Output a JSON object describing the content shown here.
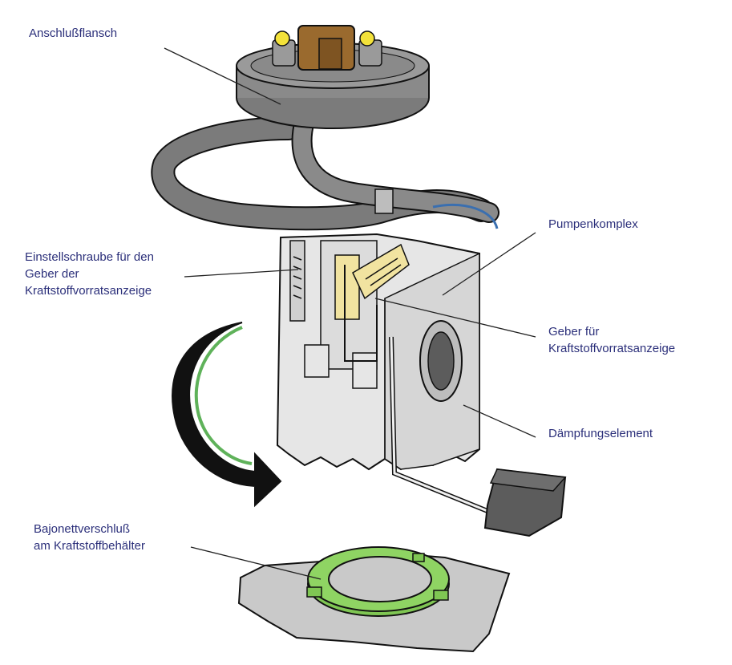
{
  "labels": {
    "anschlussflansch": [
      "Anschlußflansch"
    ],
    "einstellschraube": [
      "Einstellschraube für den",
      "Geber der",
      "Kraftstoffvorratsanzeige"
    ],
    "pumpenkomplex": [
      "Pumpenkomplex"
    ],
    "geber": [
      "Geber für",
      "Kraftstoffvorratsanzeige"
    ],
    "daempfung": [
      "Dämpfungselement"
    ],
    "bajonett": [
      "Bajonettverschluß",
      "am Kraftstoffbehälter"
    ]
  },
  "colors": {
    "label_text": "#2b2f7a",
    "leader_line": "#222222",
    "outline": "#111111",
    "part_gray": "#8a8a8a",
    "hose_gray": "#7b7b7b",
    "module_body": "#e6e6e6",
    "module_shadow": "#c8c8c8",
    "connector_brown": "#9a6a2e",
    "plug_yellow": "#f3e23a",
    "float_dark": "#5c5c5c",
    "seal_green": "#7fc653",
    "seal_dark_green": "#3e8a2a",
    "gasket_gray": "#c9c9c9",
    "arrow_black": "#111111",
    "arrow_green": "#5fb25a",
    "sensor_yellow": "#f1e3a0",
    "wire_blue": "#3a6fb0"
  }
}
